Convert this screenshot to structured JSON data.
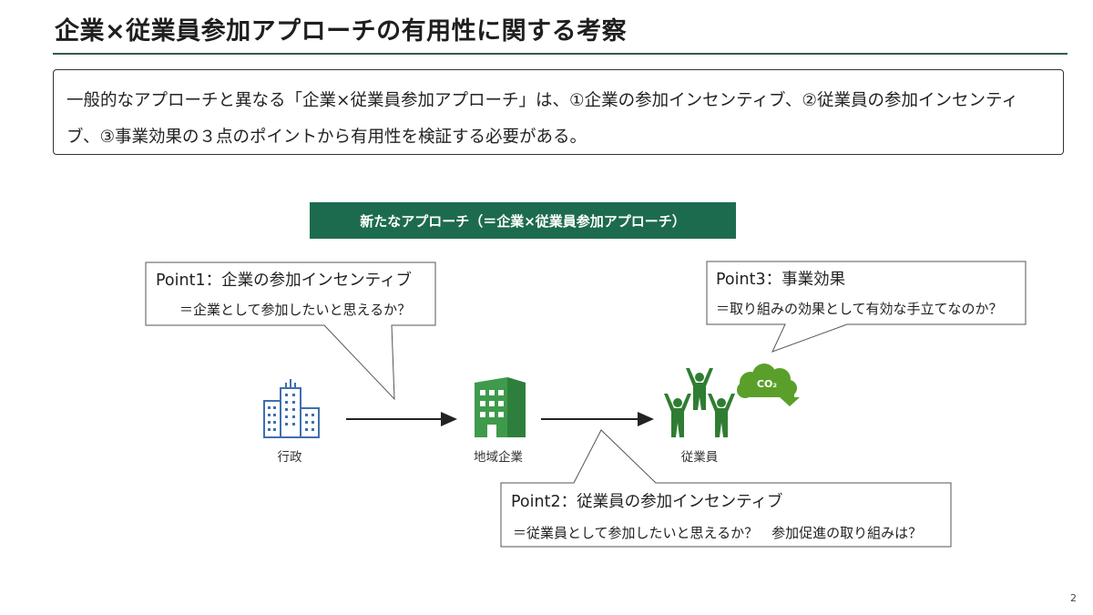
{
  "slide": {
    "title": "企業×従業員参加アプローチの有用性に関する考察",
    "summary_line1": "一般的なアプローチと異なる「企業×従業員参加アプローチ」は、①企業の参加インセンティブ、②従業員の参加インセンティ",
    "summary_line2": "ブ、③事業効果の３点のポイントから有用性を検証する必要がある。",
    "page_number": "2"
  },
  "approach_label": "新たなアプローチ（＝企業×従業員参加アプローチ）",
  "points": [
    {
      "title": "Point1：企業の参加インセンティブ",
      "question": "＝企業として参加したいと思えるか？"
    },
    {
      "title": "Point2：従業員の参加インセンティブ",
      "question": "＝従業員として参加したいと思えるか？　参加促進の取り組みは？"
    },
    {
      "title": "Point3：事業効果",
      "question": "＝取り組みの効果として有効な手立てなのか？"
    }
  ],
  "nodes": {
    "government": "行政",
    "local_company": "地域企業",
    "employees": "従業員",
    "co2_label": "CO₂"
  },
  "colors": {
    "accent_green": "#1d6b4f",
    "building_blue": "#3f6fb0",
    "company_green": "#3f9a4c",
    "people_green": "#2f7d32",
    "cloud_green": "#5a9f2a"
  },
  "icons": [
    "office-buildings-icon",
    "company-building-icon",
    "cheering-people-icon",
    "co2-cloud-icon"
  ]
}
